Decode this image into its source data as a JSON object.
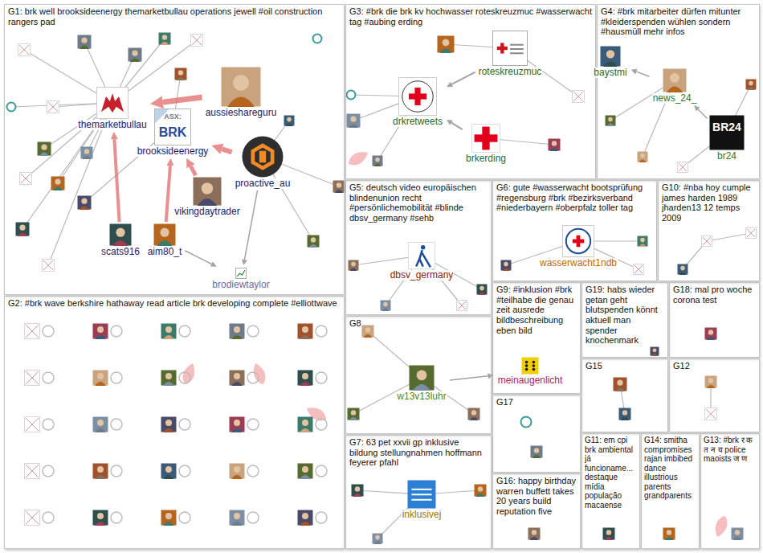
{
  "diagram": {
    "nodes": [
      {
        "text": [
          "G1: brk well brooksideenergy themarketbullau operations jewell #oil construction rangers pad"
        ]
      },
      {
        "text": [
          "themarketbullau"
        ],
        "in": 0
      },
      {
        "text": [
          "brooksideenergy"
        ],
        "in": 0
      },
      {
        "text": [
          "aussieshareguru"
        ],
        "in": 0
      },
      {
        "text": [
          "proactive_au"
        ],
        "in": 0
      },
      {
        "text": [
          "vikingdaytrader"
        ],
        "in": 0
      },
      {
        "text": [
          "scats916"
        ],
        "in": 0
      },
      {
        "text": [
          "aim80_t"
        ],
        "in": 0
      },
      {
        "text": [
          "brodiewtaylor"
        ],
        "in": 0
      },
      {
        "text": [
          "G3: #brk die brk kv hochwasser roteskreuzmuc #wasserwacht tag #aubing erding"
        ]
      },
      {
        "text": [
          "roteskreuzmuc"
        ],
        "in": 9
      },
      {
        "text": [
          "drkretweets"
        ],
        "in": 9
      },
      {
        "text": [
          "brkerding"
        ],
        "in": 9
      },
      {
        "text": [
          "G4: #brk mitarbeiter dürfen mitunter #kleiderspenden wühlen sondern #hausmüll mehr infos"
        ]
      },
      {
        "text": [
          "baystmi"
        ],
        "in": 13
      },
      {
        "text": [
          "news_24_"
        ],
        "in": 13
      },
      {
        "text": [
          "br24"
        ],
        "in": 13
      },
      {
        "text": [
          "G2: #brk wave berkshire hathaway read article brk developing complete #elliottwave"
        ]
      },
      {
        "text": [
          "G5: deutsch video europäischen blindenunion recht #persönlichemobilität #blinde dbsv_germany #sehb"
        ]
      },
      {
        "text": [
          "dbsv_germany"
        ],
        "in": 18
      },
      {
        "text": [
          "G6: gute #wasserwacht bootsprüfung #regensburg #brk #bezirksverband #niederbayern #oberpfalz toller tag"
        ]
      },
      {
        "text": [
          "wasserwacht1ndb"
        ],
        "in": 20
      },
      {
        "text": [
          "G10: #nba hoy cumple james harden 1989 jharden13 12 temps 2009"
        ]
      },
      {
        "text": [
          "G9: #inklusion #brk #teilhabe die genau zeit ausrede bildbeschreibung eben bild"
        ]
      },
      {
        "text": [
          "meinaugenlicht"
        ],
        "in": 23
      },
      {
        "text": [
          "G19: habs wieder getan geht blutspenden könnt aktuell man spender knochenmark"
        ]
      },
      {
        "text": [
          "G18: mal pro woche corona test"
        ]
      },
      {
        "text": [
          "G8"
        ]
      },
      {
        "text": [
          "w13v13luhr"
        ],
        "in": 27
      },
      {
        "text": [
          "G17"
        ]
      },
      {
        "text": [
          "G15"
        ]
      },
      {
        "text": [
          "G12"
        ]
      },
      {
        "text": [
          "G7: 63 pet xxvii gp inklusive bildung stellungnahmen hoffmann feyerer pfahl"
        ]
      },
      {
        "text": [
          "inklusivej"
        ],
        "in": 32
      },
      {
        "text": [
          "G16: happy birthday warren buffett takes 20 years build reputation five"
        ]
      },
      {
        "text": [
          "G11: em cpi brk ambiental já funcioname... destaque mídia população macaense"
        ]
      },
      {
        "text": [
          "G14: smitha compromises rajan imbibed dance illustrious parents grandparents"
        ]
      },
      {
        "text": [
          "G13: #brk र क त न य police maoists ज ण"
        ]
      }
    ],
    "edges": [
      {
        "from": 3,
        "to": 1,
        "arrow": "to"
      },
      {
        "from": 4,
        "to": 2,
        "arrow": "to"
      },
      {
        "from": 5,
        "to": 2,
        "arrow": "to"
      },
      {
        "from": 6,
        "to": 1,
        "arrow": "to"
      },
      {
        "from": 7,
        "to": 2,
        "arrow": "to"
      },
      {
        "from": 7,
        "to": 8,
        "arrow": "to"
      },
      {
        "from": 4,
        "to": 8,
        "arrow": "to"
      },
      {
        "from": 10,
        "to": 11,
        "arrow": "to"
      },
      {
        "from": 12,
        "to": 11,
        "arrow": "to"
      },
      {
        "from": 16,
        "to": 15,
        "arrow": "to"
      },
      {
        "from": 15,
        "to": 14,
        "arrow": "to"
      },
      {
        "from": 28,
        "to": 24,
        "arrow": "to"
      }
    ],
    "labels": [
      "ASX:",
      "BRK",
      "BR24"
    ]
  }
}
